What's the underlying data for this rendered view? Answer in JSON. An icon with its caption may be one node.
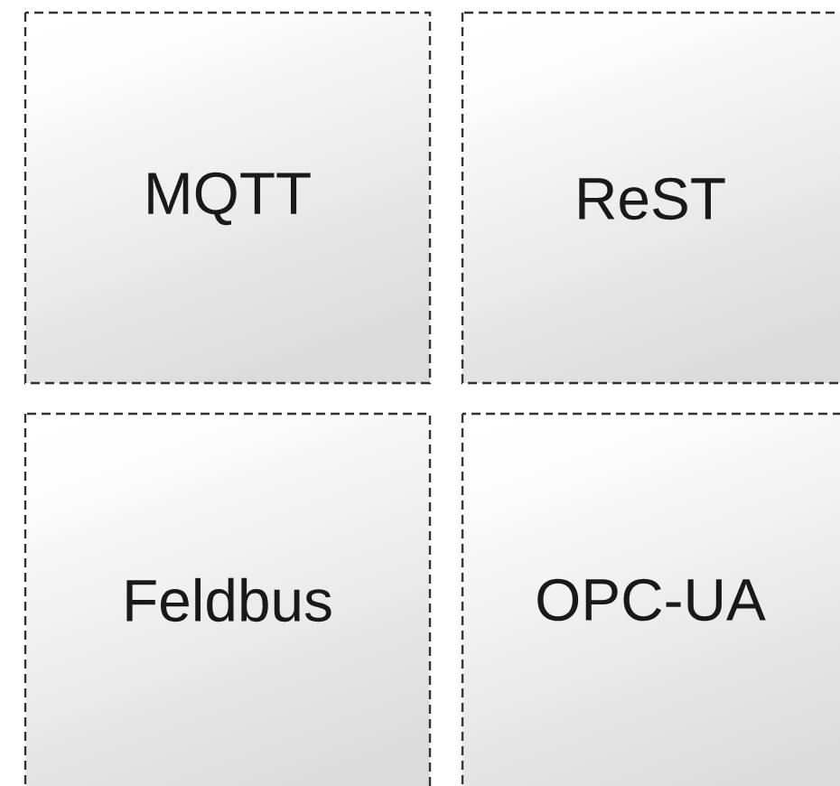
{
  "diagram": {
    "nodes": [
      {
        "text": [
          "MQTT"
        ]
      },
      {
        "text": [
          "ReST"
        ]
      },
      {
        "text": [
          "Feldbus"
        ]
      },
      {
        "text": [
          "OPC-UA"
        ]
      }
    ]
  }
}
